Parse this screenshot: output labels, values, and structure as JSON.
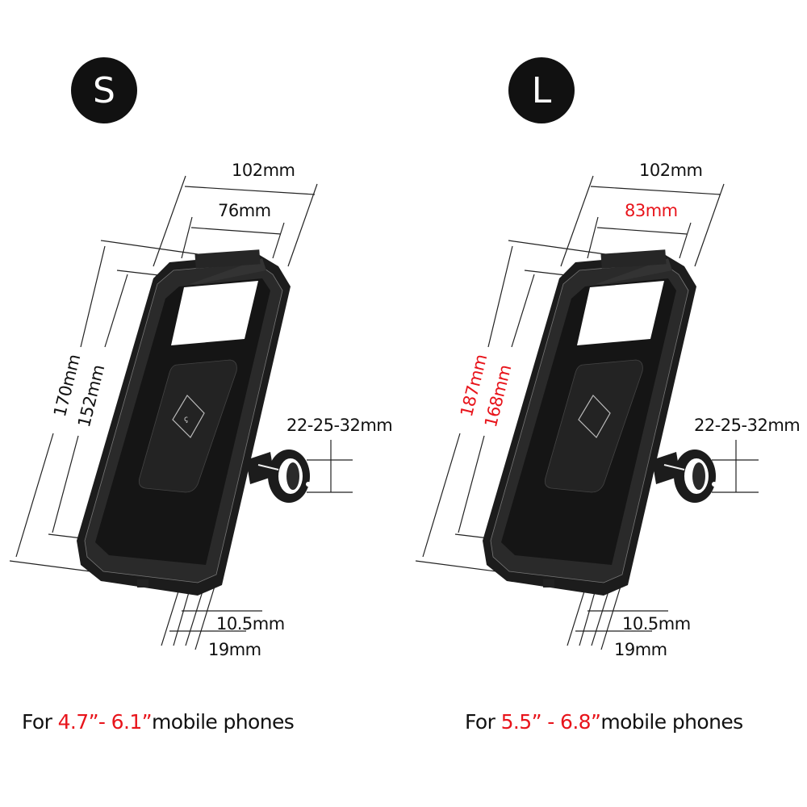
{
  "colors": {
    "accent_red": "#e8141b",
    "text": "#111111",
    "case": "#1c1c1c"
  },
  "variants": [
    {
      "size_badge": "S",
      "dimensions": {
        "outer_width": "102mm",
        "inner_width": "76mm",
        "outer_height": "170mm",
        "inner_height": "152mm",
        "clamp_range": "22-25-32mm",
        "depth_inner": "10.5mm",
        "depth_outer": "19mm"
      },
      "caption": {
        "prefix": "For ",
        "range": "4.7”- 6.1”",
        "suffix": "mobile phones"
      }
    },
    {
      "size_badge": "L",
      "dimensions": {
        "outer_width": "102mm",
        "inner_width": "83mm",
        "outer_height": "187mm",
        "inner_height": "168mm",
        "clamp_range": "22-25-32mm",
        "depth_inner": "10.5mm",
        "depth_outer": "19mm"
      },
      "caption": {
        "prefix": "For ",
        "range": "5.5” - 6.8”",
        "suffix": "mobile phones"
      }
    }
  ]
}
